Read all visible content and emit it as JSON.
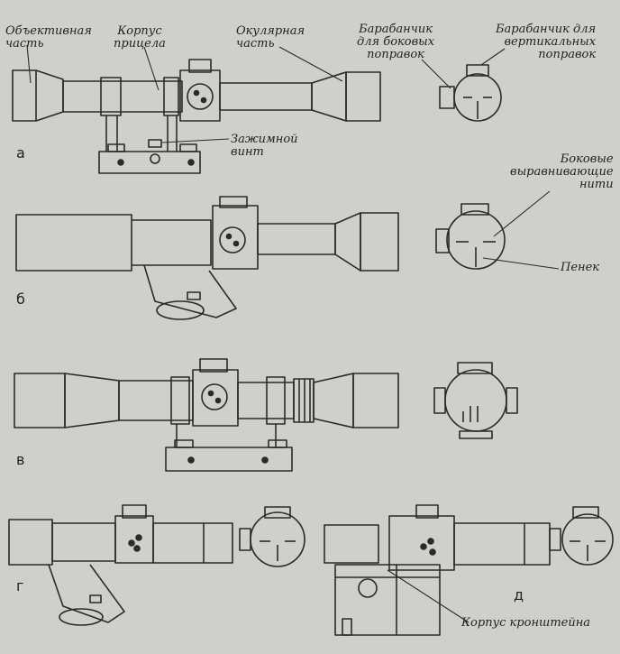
{
  "labels": {
    "objective": [
      "Объективная",
      "часть"
    ],
    "body": [
      "Корпус",
      "прицела"
    ],
    "eyepiece": [
      "Окулярная",
      "часть"
    ],
    "lateral_drum": [
      "Барабанчик",
      "для боковых",
      "поправок"
    ],
    "vertical_drum": [
      "Барабанчик для",
      "вертикальных",
      "поправок"
    ],
    "clamp_screw": [
      "Зажимной",
      "винт"
    ],
    "side_lines": [
      "Боковые",
      "выравнивающие",
      "нити"
    ],
    "post": "Пенек",
    "bracket_body": "Корпус кронштейна"
  },
  "panels": [
    "а",
    "б",
    "в",
    "г",
    "д"
  ],
  "colors": {
    "ink": "#2a2a2a",
    "paper": "#cfcfcb"
  }
}
